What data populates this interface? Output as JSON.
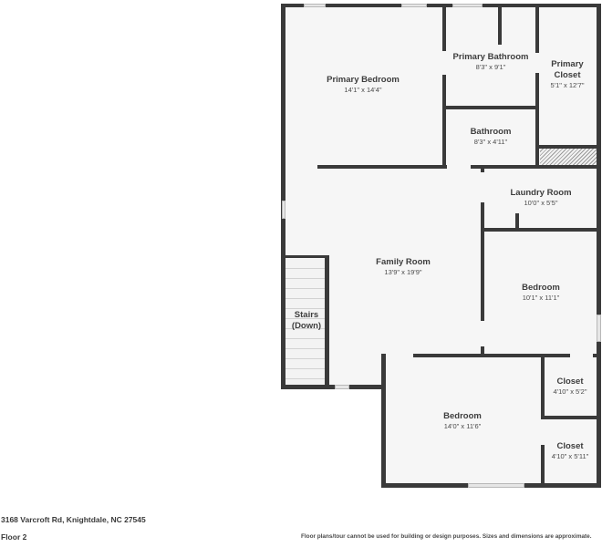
{
  "rooms": {
    "primary_bedroom": {
      "name": "Primary Bedroom",
      "dim": "14'1\" x 14'4\""
    },
    "primary_bathroom": {
      "name": "Primary Bathroom",
      "dim": "8'3\" x 9'1\""
    },
    "primary_closet": {
      "name_line1": "Primary",
      "name_line2": "Closet",
      "dim": "5'1\" x 12'7\""
    },
    "bathroom": {
      "name": "Bathroom",
      "dim": "8'3\" x 4'11\""
    },
    "laundry_room": {
      "name": "Laundry Room",
      "dim": "10'0\" x 5'5\""
    },
    "family_room": {
      "name": "Family Room",
      "dim": "13'9\" x 19'9\""
    },
    "stairs": {
      "name_line1": "Stairs",
      "name_line2": "(Down)"
    },
    "bedroom_right": {
      "name": "Bedroom",
      "dim": "10'1\" x 11'1\""
    },
    "bedroom_bottom": {
      "name": "Bedroom",
      "dim": "14'0\" x 11'6\""
    },
    "closet_upper": {
      "name": "Closet",
      "dim": "4'10\" x 5'2\""
    },
    "closet_lower": {
      "name": "Closet",
      "dim": "4'10\" x 5'11\""
    }
  },
  "footer": {
    "address": "3168 Varcroft Rd, Knightdale, NC 27545",
    "floor": "Floor 2",
    "disclaimer": "Floor plans/tour cannot be used for building or design purposes. Sizes and dimensions are approximate."
  },
  "colors": {
    "wall": "#3a3a3a",
    "floor": "#f6f6f6",
    "window": "#e6e6e6"
  }
}
